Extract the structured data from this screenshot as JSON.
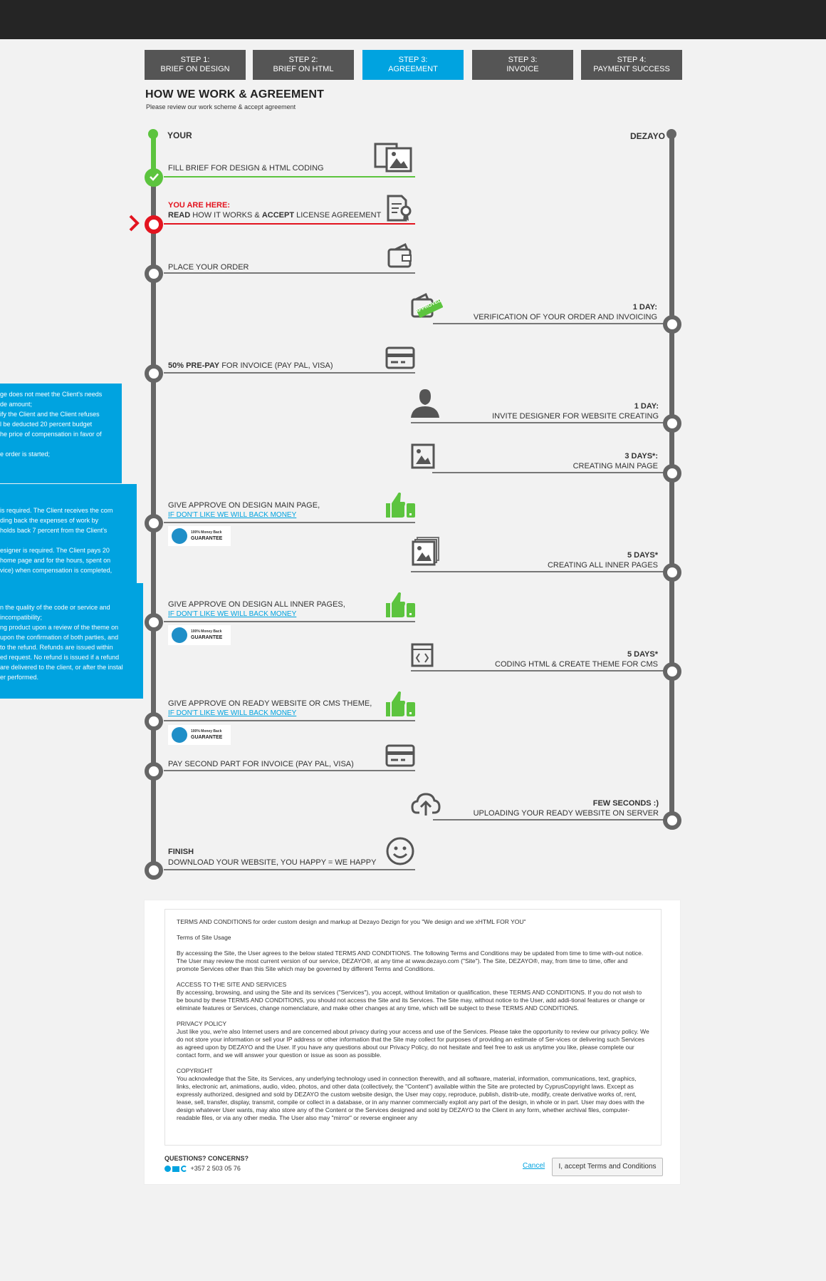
{
  "steps": [
    {
      "line1": "Step 1:",
      "line2": "Brief on design"
    },
    {
      "line1": "Step 2:",
      "line2": "Brief on html"
    },
    {
      "line1": "Step 3:",
      "line2": "Agreement"
    },
    {
      "line1": "Step 3:",
      "line2": "Invoice"
    },
    {
      "line1": "Step 4:",
      "line2": "Payment success"
    }
  ],
  "page": {
    "title": "HOW WE WORK & AGREEMENT",
    "subtitle": "Please review our work scheme & accept agreement"
  },
  "timeline": {
    "left_head": "YOUR",
    "right_head": "DEZAYO",
    "fill_brief": "FILL BRIEF FOR DESIGN & HTML CODING",
    "here": "YOU ARE HERE:",
    "read_1": "READ",
    "read_2": " HOW IT WORKS & ",
    "read_3": "ACCEPT",
    "read_4": " LICENSE AGREEMENT",
    "place_order": "PLACE YOUR ORDER",
    "verify_days": "1 DAY:",
    "verify_text": "VERIFICATION OF YOUR ORDER AND INVOICING",
    "prepay_1": "50% PRE-PAY",
    "prepay_2": " FOR INVOICE (PAY PAL, VISA)",
    "invite_days": "1 DAY:",
    "invite_text": "INVITE DESIGNER FOR WEBSITE CREATING",
    "main_days": "3 DAYS*:",
    "main_text": "CREATING MAIN PAGE",
    "approve_main": "GIVE APPROVE ON DESIGN MAIN PAGE,",
    "inner_days": "5 DAYS*",
    "inner_text": "CREATING ALL INNER PAGES",
    "approve_inner": "GIVE APPROVE ON DESIGN ALL INNER PAGES,",
    "coding_days": "5 DAYS*",
    "coding_text": "CODING HTML & CREATE THEME FOR CMS",
    "approve_ready": "GIVE APPROVE ON READY WEBSITE OR CMS THEME,",
    "refund_link": "IF DON'T LIKE WE WILL BACK MONEY",
    "pay_second": "PAY SECOND PART FOR INVOICE (PAY PAL, VISA)",
    "upload_days": "FEW SECONDS :)",
    "upload_text": "UPLOADING YOUR READY WEBSITE ON SERVER",
    "finish_head": "FINISH",
    "finish_text": "DOWNLOAD YOUR WEBSITE, YOU HAPPY = WE HAPPY",
    "guarantee_small": "100% Money Back",
    "guarantee_big": "GUARANTEE",
    "approved_stamp": "APPROVED"
  },
  "blue_panels": {
    "p1": [
      "ge does not meet the Client's needs",
      "de amount;",
      "ify the Client and the Client refuses",
      "l be deducted 20 percent budget",
      "he price of compensation in favor of",
      "",
      "e order is started;"
    ],
    "p2": [
      "is required. The Client receives the com",
      "ding back the expenses of work by",
      "holds back 7 percent from the Client's",
      "",
      "esigner is required. The Client pays 20",
      "home page and for the hours, spent on",
      "vice) when compensation is completed,"
    ],
    "p3": [
      "n the quality of the code or service and",
      "incompatibility;",
      "ng product upon a review of the theme on",
      "upon the confirmation of both parties, and",
      "to the refund. Refunds are issued within",
      "ed request. No refund is issued if a refund",
      "are delivered to the client, or after the instal",
      "er performed."
    ]
  },
  "terms": {
    "heading": "TERMS AND CONDITIONS for order custom design and markup at Dezayo Dezign for you \"We design and we xHTML FOR YOU\"",
    "usage_title": "Terms of Site Usage",
    "usage_text": "By accessing the Site, the User agrees to the below stated TERMS AND CONDITIONS. The following Terms and Conditions may be updated from time to time with-out notice. The User may review the most current version of our service, DEZAYO®, at any time at www.dezayo.com (\"Site\"). The Site, DEZAYO®, may, from time to time, offer and promote Services other than this Site which may be governed by different Terms and Conditions.",
    "access_title": "ACCESS TO THE SITE AND SERVICES",
    "access_text": "By accessing, browsing, and using the Site and its services (\"Services\"), you accept, without limitation or qualification, these TERMS AND CONDITIONS. If you do not wish to be bound by these TERMS AND CONDITIONS, you should not access the Site and its Services. The Site may, without notice to the User, add addi-tional features or change or eliminate features or Services, change nomenclature, and make other changes at any time, which will be subject to these TERMS AND CONDITIONS.",
    "privacy_title": "PRIVACY POLICY",
    "privacy_text": "Just like you, we're also Internet users and are concerned about privacy during your access and use of the Services. Please take the opportunity to review our privacy policy. We do not store your information or sell your IP address or other information that the Site may collect for purposes of providing an estimate of Ser-vices or delivering such Services as agreed upon by DEZAYO and the User. If you have any questions about our Privacy Policy, do not hesitate and feel free to ask us anytime you like, please complete our contact form, and we will answer your question or issue as soon as possible.",
    "copyright_title": "COPYRIGHT",
    "copyright_text": "You acknowledge that the Site, its Services, any underlying technology used in connection therewith, and all software, material, information, communications, text, graphics, links, electronic art, animations, audio, video, photos, and other data (collectively, the \"Content\") available within the Site are protected by CyprusCopyright laws. Except as expressly authorized, designed and sold by DEZAYO the custom website design, the User may copy, reproduce, publish, distrib-ute, modify, create derivative works of, rent, lease, sell, transfer, display, transmit, compile or collect in a database, or in any manner commercially exploit any part of the design, in whole or in part. User may does with the design whatever User wants, may also store any of the Content or the Services designed and sold by DEZAYO to the Client in any form, whether archival files, computer-readable files, or via any other media. The User also may \"mirror\" or reverse engineer any",
    "questions": "QUESTIONS? CONCERNS?",
    "phone": "+357 2 503 05 76",
    "cancel": "Cancel",
    "accept": "I, accept Terms and Conditions"
  },
  "colors": {
    "accent": "#00a3e0",
    "done": "#5cc43e",
    "current": "#e3141f",
    "rail": "#666666"
  }
}
